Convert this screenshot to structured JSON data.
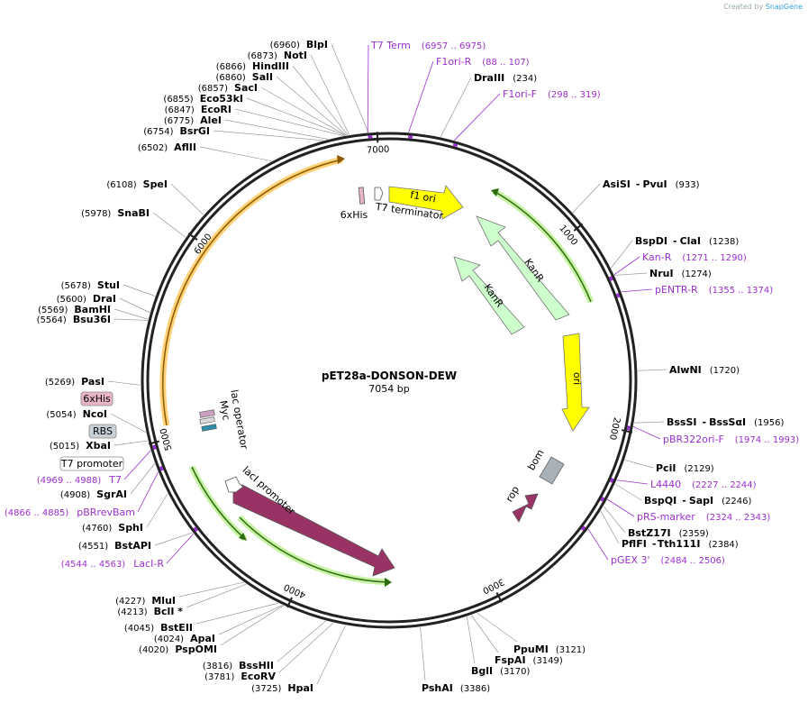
{
  "credit": {
    "prefix": "Created by",
    "brand": "SnapGene"
  },
  "plasmid": {
    "name": "pET28a-DONSON-DEW",
    "size": "7054 bp"
  },
  "ticks": [
    "1000",
    "2000",
    "3000",
    "4000",
    "5000",
    "6000",
    "7000"
  ],
  "sites_right": [
    {
      "name": "AsiSI",
      "name2": "PvuI",
      "pos": "(933)"
    },
    {
      "name": "BspDI",
      "name2": "ClaI",
      "pos": "(1238)"
    },
    {
      "name": "NruI",
      "pos": "(1274)"
    },
    {
      "name": "AlwNI",
      "pos": "(1720)"
    },
    {
      "name": "BssSI",
      "name2": "BssSαI",
      "pos": "(1956)"
    },
    {
      "name": "PciI",
      "pos": "(2129)"
    },
    {
      "name": "BspQI",
      "name2": "SapI",
      "pos": "(2246)"
    },
    {
      "name": "BstZ17I",
      "pos": "(2359)"
    },
    {
      "name": "PflFI",
      "name2": "Tth111I",
      "pos": "(2384)"
    }
  ],
  "sites_bottom": [
    {
      "name": "PpuMI",
      "pos": "(3121)"
    },
    {
      "name": "FspAI",
      "pos": "(3149)"
    },
    {
      "name": "BglI",
      "pos": "(3170)"
    },
    {
      "name": "PshAI",
      "pos": "(3386)"
    },
    {
      "name": "HpaI",
      "pos": "(3725)"
    },
    {
      "name": "EcoRV",
      "pos": "(3781)"
    },
    {
      "name": "BssHII",
      "pos": "(3816)"
    },
    {
      "name": "PspOMI",
      "pos": "(4020)"
    },
    {
      "name": "ApaI",
      "pos": "(4024)"
    },
    {
      "name": "BstEII",
      "pos": "(4045)"
    },
    {
      "name": "BclI *",
      "pos": "(4213)"
    },
    {
      "name": "MluI",
      "pos": "(4227)"
    }
  ],
  "sites_left": [
    {
      "name": "BstAPI",
      "pos": "(4551)"
    },
    {
      "name": "SphI",
      "pos": "(4760)"
    },
    {
      "name": "SgrAI",
      "pos": "(4908)"
    },
    {
      "name": "XbaI",
      "pos": "(5015)"
    },
    {
      "name": "NcoI",
      "pos": "(5054)"
    },
    {
      "name": "PasI",
      "pos": "(5269)"
    },
    {
      "name": "Bsu36I",
      "pos": "(5564)"
    },
    {
      "name": "BamHI",
      "pos": "(5569)"
    },
    {
      "name": "DraI",
      "pos": "(5600)"
    },
    {
      "name": "StuI",
      "pos": "(5678)"
    },
    {
      "name": "SnaBI",
      "pos": "(5978)"
    },
    {
      "name": "SpeI",
      "pos": "(6108)"
    },
    {
      "name": "AflII",
      "pos": "(6502)"
    },
    {
      "name": "BsrGI",
      "pos": "(6754)"
    },
    {
      "name": "AleI",
      "pos": "(6775)"
    },
    {
      "name": "EcoRI",
      "pos": "(6847)"
    },
    {
      "name": "Eco53kI",
      "pos": "(6855)"
    },
    {
      "name": "SacI",
      "pos": "(6857)"
    },
    {
      "name": "SalI",
      "pos": "(6860)"
    },
    {
      "name": "HindIII",
      "pos": "(6866)"
    },
    {
      "name": "NotI",
      "pos": "(6873)"
    },
    {
      "name": "BlpI",
      "pos": "(6960)"
    }
  ],
  "sites_top": [
    {
      "name": "DraIII",
      "pos": "(234)"
    }
  ],
  "primers": [
    {
      "name": "T7 Term",
      "pos": "(6957 .. 6975)"
    },
    {
      "name": "F1ori-R",
      "pos": "(88 .. 107)"
    },
    {
      "name": "F1ori-F",
      "pos": "(298 .. 319)"
    },
    {
      "name": "Kan-R",
      "pos": "(1271 .. 1290)"
    },
    {
      "name": "pENTR-R",
      "pos": "(1355 .. 1374)"
    },
    {
      "name": "pBR322ori-F",
      "pos": "(1974 .. 1993)"
    },
    {
      "name": "L4440",
      "pos": "(2227 .. 2244)"
    },
    {
      "name": "pRS-marker",
      "pos": "(2324 .. 2343)"
    },
    {
      "name": "pGEX 3'",
      "pos": "(2484 .. 2506)"
    },
    {
      "name": "LacI-R",
      "pos": "(4544 .. 4563)"
    },
    {
      "name": "pBRrevBam",
      "pos": "(4866 .. 4885)"
    },
    {
      "name": "T7",
      "pos": "(4969 .. 4988)"
    }
  ],
  "boxed_features": [
    {
      "name": "6xHis",
      "color": "#e8b4c8"
    },
    {
      "name": "RBS",
      "color": "#c8d0d8"
    },
    {
      "name": "T7 promoter",
      "color": "#ffffff"
    }
  ],
  "features": {
    "f1_ori": "f1 ori",
    "kanr1": "KanR",
    "kanr2": "KanR",
    "ori": "ori",
    "bom": "bom",
    "rop": "rop",
    "laci": "lacI",
    "laci_promoter": "lacI promoter",
    "his6": "6xHis",
    "t7_terminator": "T7 terminator",
    "lac_operator": "lac operator",
    "myc": "Myc"
  },
  "colors": {
    "primer": "#9b30d0",
    "f1_ori": "#ffff00",
    "kanr": "#ccffcc",
    "laci": "#993366",
    "bom": "#a8b0b8",
    "orange_arc": "#ffa500",
    "green_arc": "#66cc33"
  }
}
